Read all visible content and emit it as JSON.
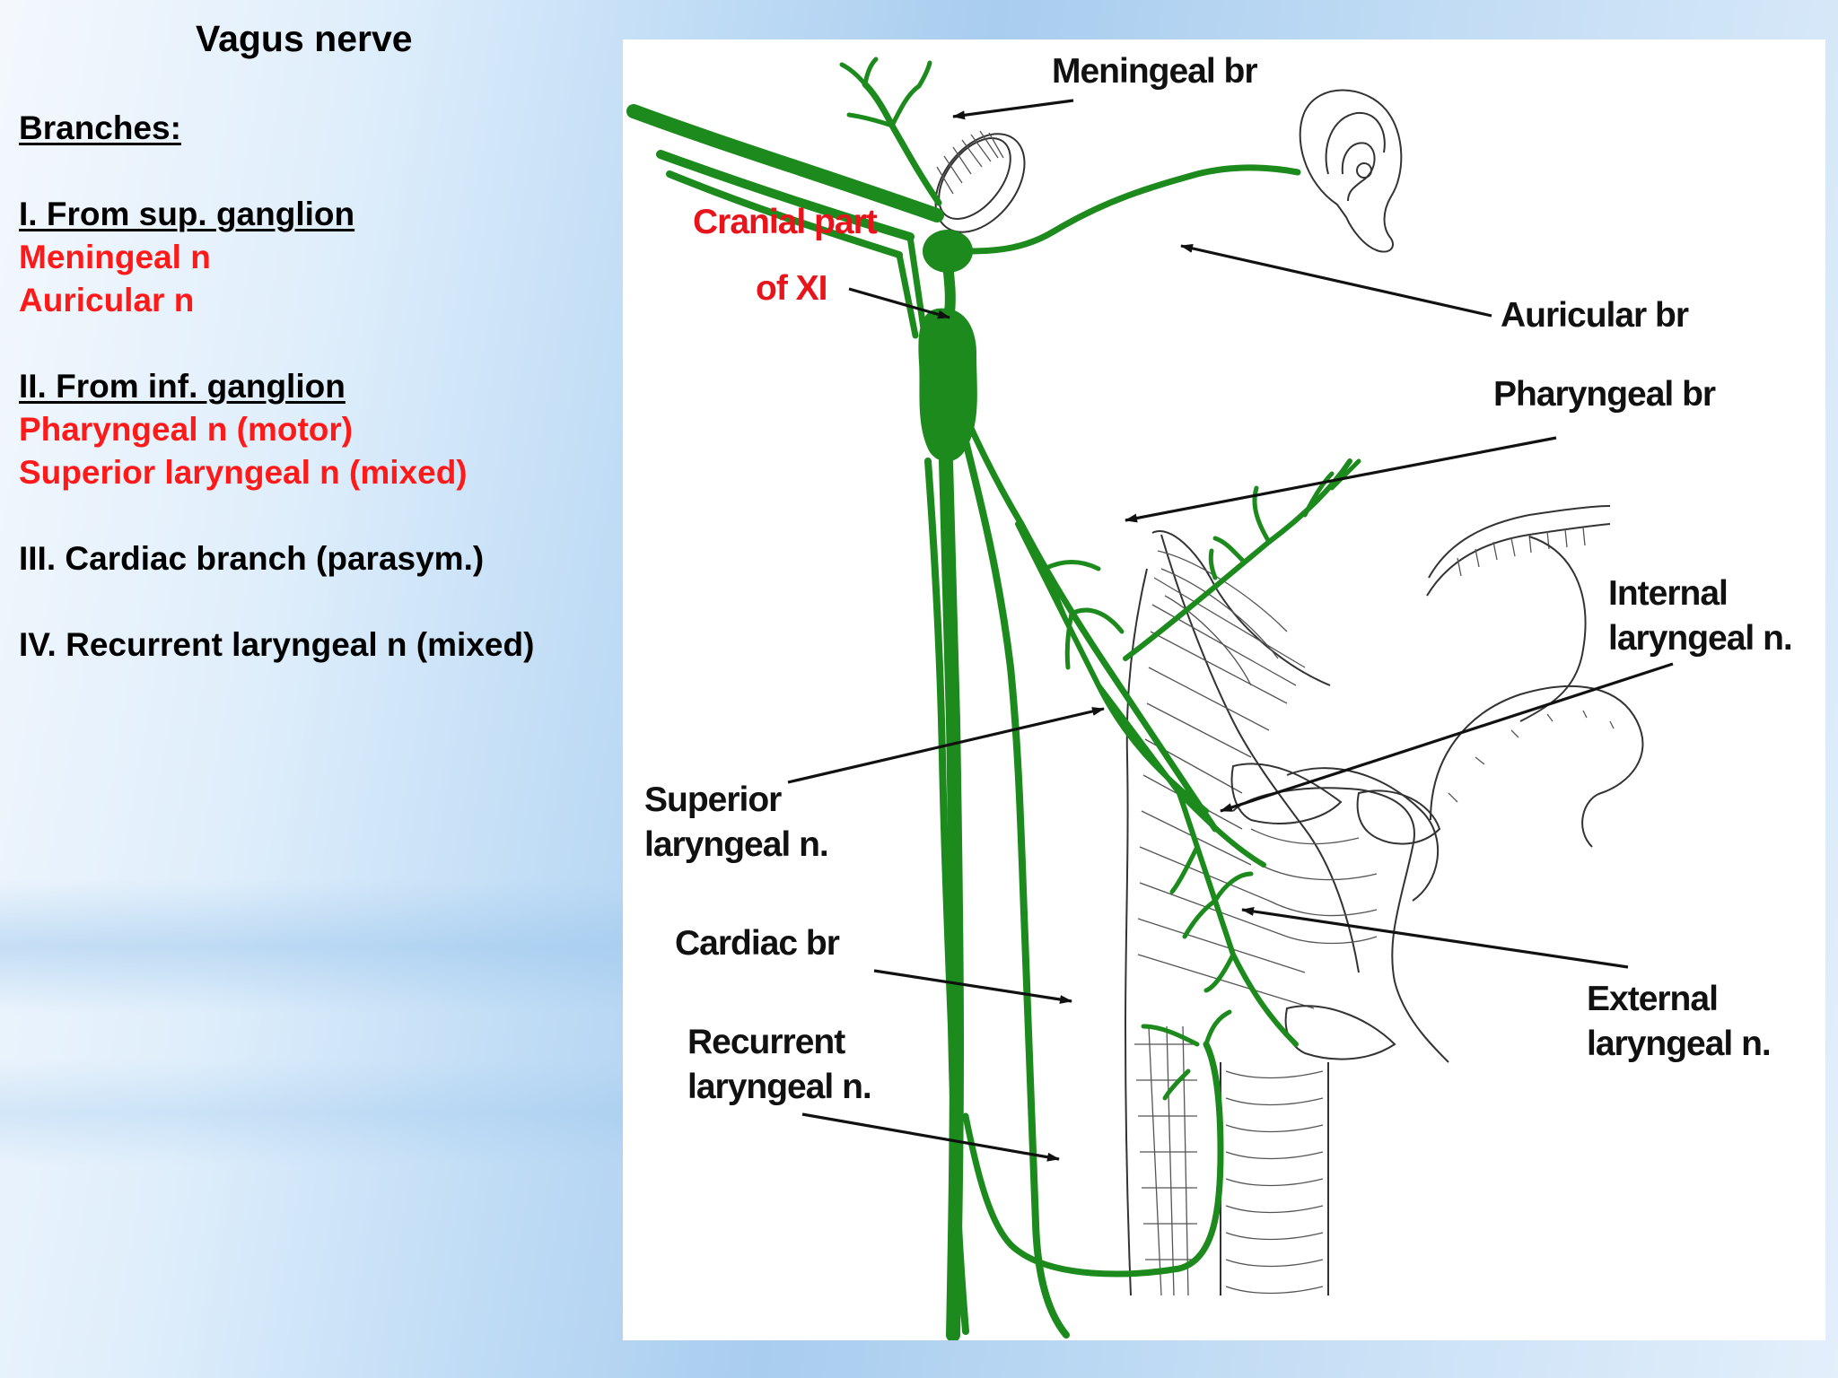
{
  "slide": {
    "title": "Vagus nerve",
    "branches_heading": "Branches:",
    "sections": [
      {
        "heading": "I. From sup. ganglion",
        "items": [
          "Meningeal n",
          "Auricular n"
        ]
      },
      {
        "heading": "II. From inf. ganglion",
        "items": [
          "Pharyngeal n (motor)",
          "Superior laryngeal  n (mixed)"
        ]
      },
      {
        "heading": "III. Cardiac branch (parasym.)",
        "items": []
      },
      {
        "heading": "IV. Recurrent laryngeal n (mixed)",
        "items": []
      }
    ]
  },
  "diagram": {
    "labels": {
      "meningeal": "Meningeal br",
      "cranial_line1": "Cranial part",
      "cranial_line2": "of XI",
      "auricular": "Auricular br",
      "pharyngeal": "Pharyngeal br",
      "internal_line1": "Internal",
      "internal_line2": "laryngeal n.",
      "superior_line1": "Superior",
      "superior_line2": "laryngeal n.",
      "cardiac": "Cardiac br",
      "external_line1": "External",
      "external_line2": "laryngeal n.",
      "recurrent_line1": "Recurrent",
      "recurrent_line2": "laryngeal n."
    },
    "colors": {
      "nerve": "#1c8a1c",
      "red_text": "#ff1a1a",
      "label_text": "#111111"
    }
  }
}
